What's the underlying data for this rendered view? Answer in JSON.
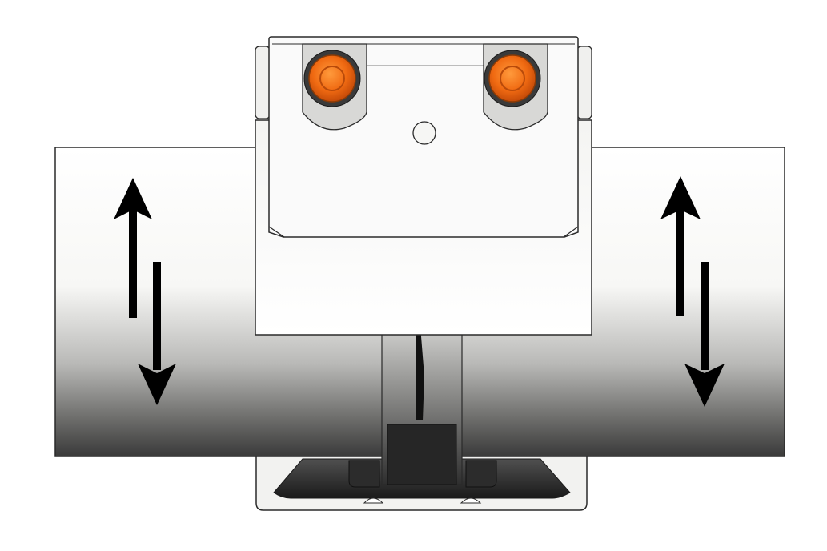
{
  "diagram": {
    "subject": "pipe-clamp-with-orange-bolts",
    "arrows": {
      "left": [
        "up",
        "down"
      ],
      "right": [
        "up",
        "down"
      ]
    },
    "colors": {
      "background": "#ffffff",
      "pipe_top": "#ffffff",
      "pipe_bottom": "#3c3c3c",
      "outline": "#2a2a2a",
      "bolt_outer": "#e8620f",
      "bolt_inner": "#ff8a2a",
      "arrow": "#000000",
      "dark_part": "#1e1e1e"
    },
    "icons": [
      "bolt-icon",
      "arrow-up-icon",
      "arrow-down-icon"
    ]
  }
}
